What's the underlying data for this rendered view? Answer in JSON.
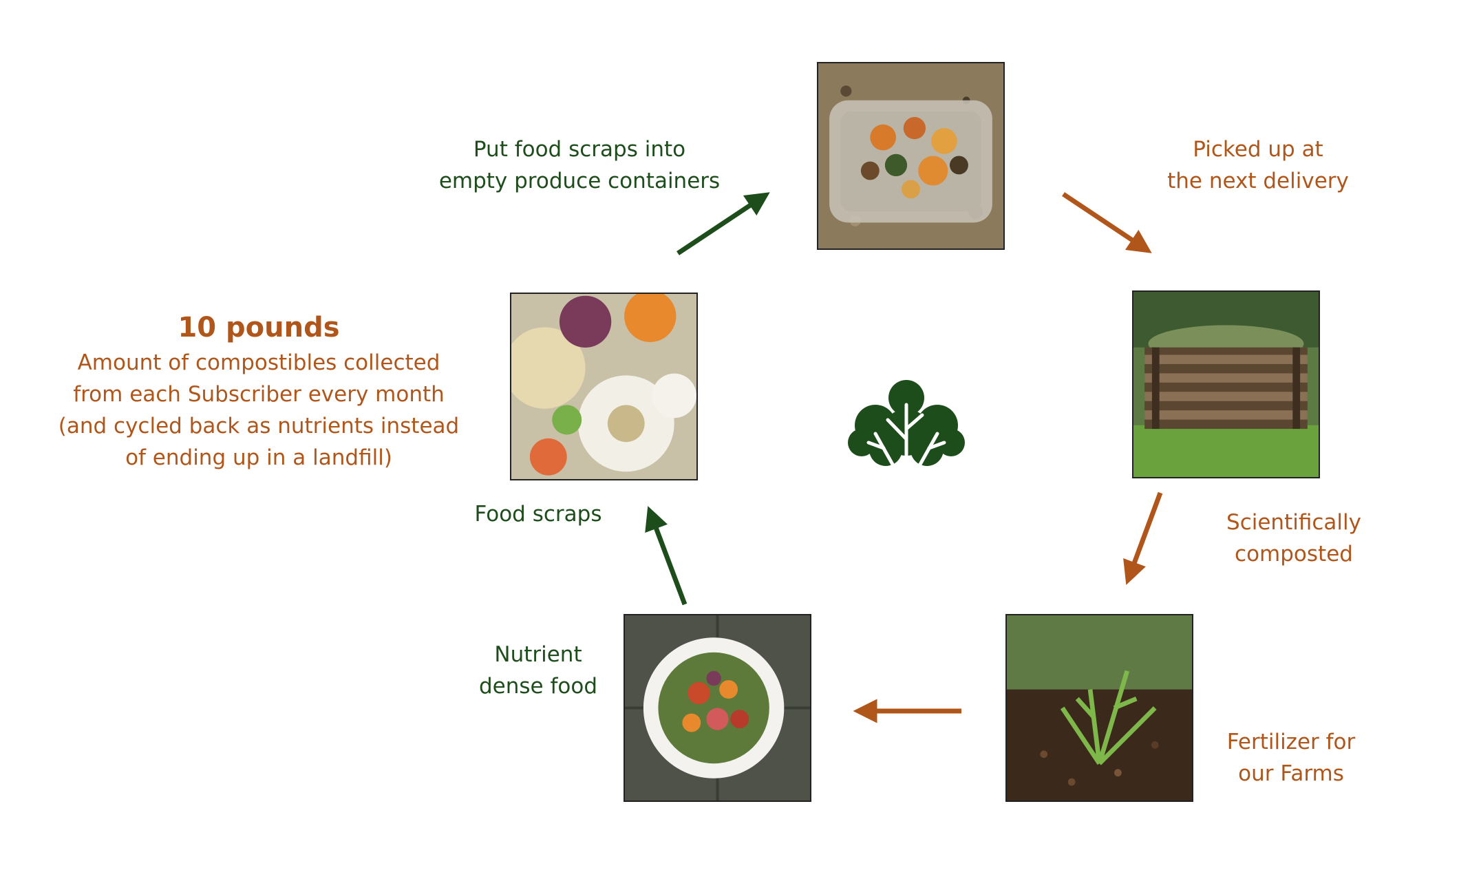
{
  "colors": {
    "green": "#1e4d1c",
    "orange": "#b0561a"
  },
  "labels": {
    "containers": [
      "Put food scraps into",
      "empty produce containers"
    ],
    "pickup": [
      "Picked up at",
      "the next delivery"
    ],
    "composted": [
      "Scientifically",
      "composted"
    ],
    "fertilizer": [
      "Fertilizer for",
      "our Farms"
    ],
    "nutrient": [
      "Nutrient",
      "dense food"
    ],
    "scraps": "Food scraps"
  },
  "stat": {
    "headline": "10 pounds",
    "description": [
      "Amount of compostibles collected",
      "from each Subscriber every month",
      "(and cycled back as nutrients instead",
      "of ending up in a landfill)"
    ]
  },
  "icons": {
    "center": "lettuce-icon",
    "photos": [
      "food-scraps-container-photo",
      "compost-bin-photo",
      "seedling-photo",
      "salad-bowl-photo",
      "food-scraps-photo"
    ]
  }
}
